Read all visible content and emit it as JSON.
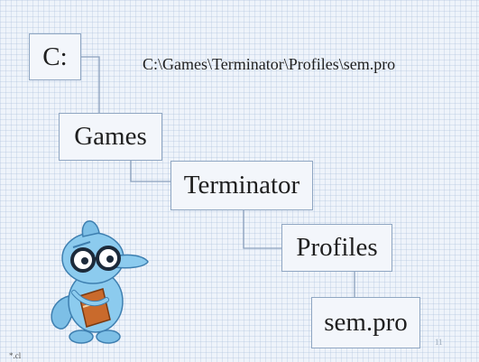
{
  "path_text": "C:\\Games\\Terminator\\Profiles\\sem.pro",
  "nodes": {
    "c": "C:",
    "games": "Games",
    "terminator": "Terminator",
    "profiles": "Profiles",
    "sem": "sem.pro"
  },
  "slide_number": "11",
  "corner_mark": "*.cl"
}
